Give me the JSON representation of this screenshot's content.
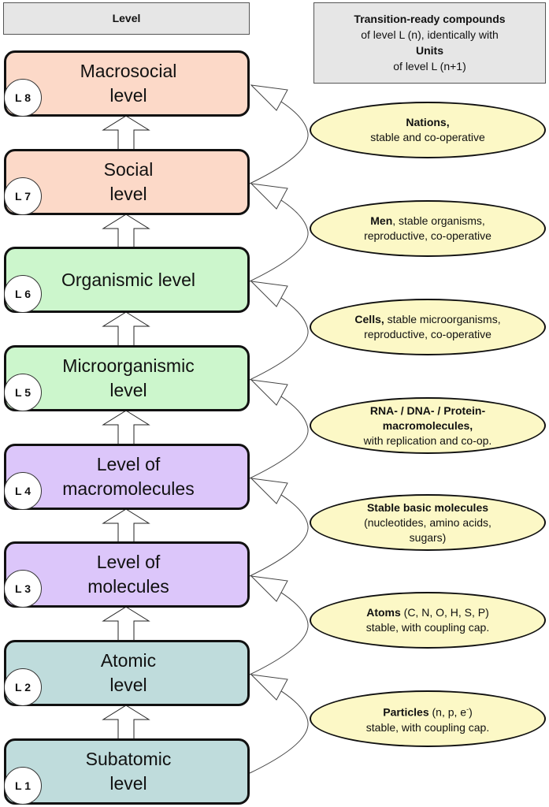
{
  "header": {
    "left_label": "Level",
    "right_line1": "Transition-ready  compounds",
    "right_line2": "of level L (n), identically with",
    "right_line3": "Units",
    "right_line4": "of level L (n+1)"
  },
  "levels": [
    {
      "badge": "L 8",
      "label": "Macrosocial\nlevel",
      "color": "#fcd9c8"
    },
    {
      "badge": "L 7",
      "label": "Social\nlevel",
      "color": "#fcd9c8"
    },
    {
      "badge": "L 6",
      "label": "Organismic level",
      "color": "#ccf6cc"
    },
    {
      "badge": "L 5",
      "label": "Microorganismic\nlevel",
      "color": "#ccf6cc"
    },
    {
      "badge": "L 4",
      "label": "Level of\nmacromolecules",
      "color": "#dcc6fa"
    },
    {
      "badge": "L 3",
      "label": "Level of\nmolecules",
      "color": "#dcc6fa"
    },
    {
      "badge": "L 2",
      "label": "Atomic\nlevel",
      "color": "#bfdcdc"
    },
    {
      "badge": "L 1",
      "label": "Subatomic\nlevel",
      "color": "#bfdcdc"
    }
  ],
  "transitions": [
    {
      "bold": "Nations,",
      "rest": "",
      "line2": "stable and co-operative",
      "line3": ""
    },
    {
      "bold": "Men",
      "rest": ", stable organisms,",
      "line2": "reproductive, co-operative",
      "line3": ""
    },
    {
      "bold": "Cells,",
      "rest": " stable microorganisms,",
      "line2": "reproductive, co-operative",
      "line3": ""
    },
    {
      "bold": "RNA- / DNA- / Protein-",
      "rest": "",
      "line2b": "macromolecules,",
      "line3": "with replication and co-op."
    },
    {
      "bold": "Stable basic molecules",
      "rest": "",
      "line2": "(nucleotides, amino acids,",
      "line3": "sugars)"
    },
    {
      "bold": "Atoms",
      "rest": " (C, N, O, H, S, P)",
      "line2": "stable, with coupling cap.",
      "line3": ""
    },
    {
      "bold": "Particles",
      "rest": " (n, p, e",
      "sup": "-",
      "rest2": ")",
      "line2": "stable, with coupling cap.",
      "line3": ""
    }
  ],
  "colors": {
    "ellipse_fill": "#fcf8c6",
    "header_fill": "#e6e6e6"
  }
}
